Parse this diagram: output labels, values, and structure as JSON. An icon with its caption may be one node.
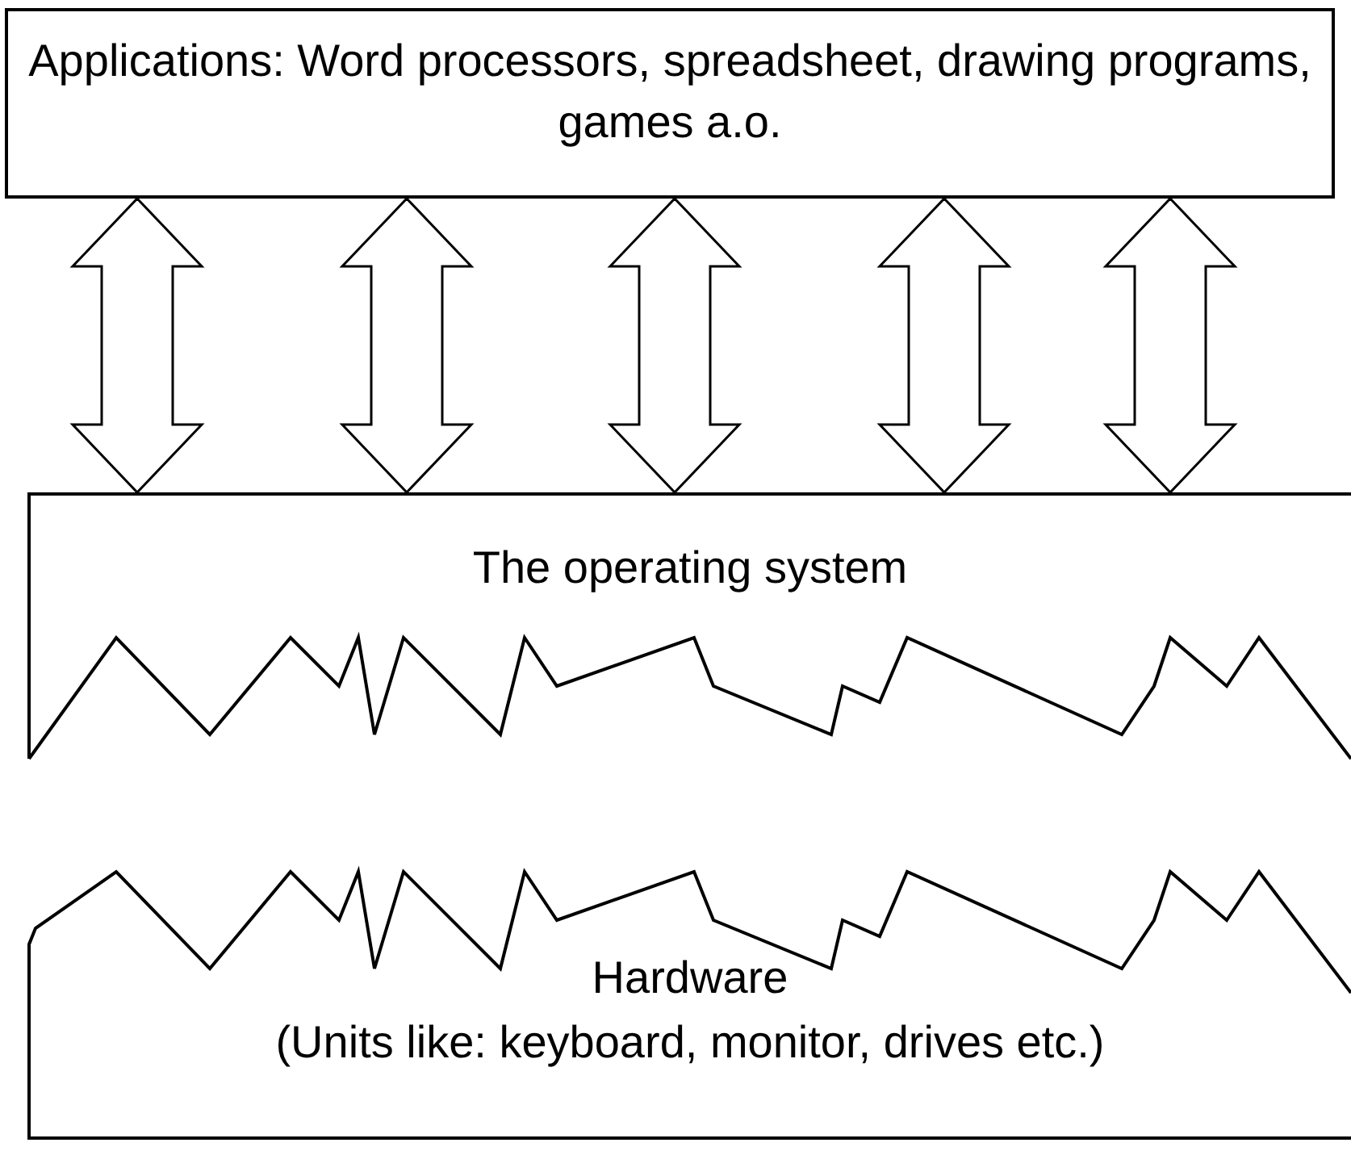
{
  "diagram": {
    "nodes": [
      {
        "text": [
          "Applications: Word processors, spreadsheet, drawing programs, games a.o."
        ]
      },
      {
        "text": [
          "The operating system"
        ]
      },
      {
        "text": [
          "Hardware",
          "(Units like: keyboard, monitor, drives etc.)"
        ]
      }
    ],
    "edges": [
      {
        "from": 0,
        "to": 1,
        "arrow": "both"
      },
      {
        "from": 0,
        "to": 1,
        "arrow": "both"
      },
      {
        "from": 0,
        "to": 1,
        "arrow": "both"
      },
      {
        "from": 0,
        "to": 1,
        "arrow": "both"
      },
      {
        "from": 0,
        "to": 1,
        "arrow": "both"
      }
    ]
  }
}
